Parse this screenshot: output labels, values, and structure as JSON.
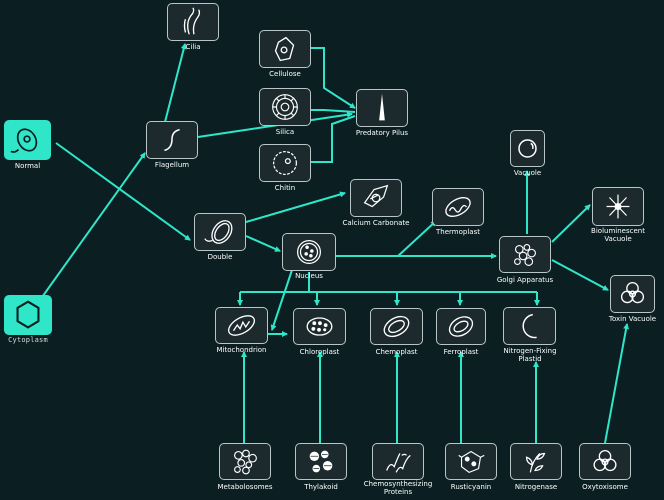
{
  "theme": {
    "background": "#0b1f22",
    "line": "#2fe6c9",
    "node_fill": "#1d2a2d",
    "node_border": "#b9c6c8",
    "unlocked": "#2fe6c9",
    "text": "#ffffff"
  },
  "nodes": {
    "normal": {
      "label": "Normal",
      "icon": "cell-icon"
    },
    "cytoplasm": {
      "label": "Cytoplasm",
      "icon": "hexagon-icon"
    },
    "cilia": {
      "label": "Cilia",
      "icon": "cilia-icon"
    },
    "flagellum": {
      "label": "Flagellum",
      "icon": "flagellum-icon"
    },
    "cellulose": {
      "label": "Cellulose",
      "icon": "cellulose-icon"
    },
    "silica": {
      "label": "Silica",
      "icon": "silica-icon"
    },
    "chitin": {
      "label": "Chitin",
      "icon": "chitin-icon"
    },
    "predatory_pilus": {
      "label": "Predatory Pilus",
      "icon": "pilus-icon"
    },
    "double": {
      "label": "Double",
      "icon": "double-membrane-icon"
    },
    "calcium_carbonate": {
      "label": "Calcium Carbonate",
      "icon": "calcium-carbonate-icon"
    },
    "thermoplast": {
      "label": "Thermoplast",
      "icon": "thermoplast-icon"
    },
    "nucleus": {
      "label": "Nucleus",
      "icon": "nucleus-icon"
    },
    "vacuole": {
      "label": "Vacuole",
      "icon": "vacuole-icon"
    },
    "golgi": {
      "label": "Golgi Apparatus",
      "icon": "golgi-icon"
    },
    "bio_vacuole": {
      "label": "Bioluminescent Vacuole",
      "icon": "bioluminescent-icon"
    },
    "toxin_vacuole": {
      "label": "Toxin Vacuole",
      "icon": "biohazard-icon"
    },
    "mitochondrion": {
      "label": "Mitochondrion",
      "icon": "mitochondrion-icon"
    },
    "chloroplast": {
      "label": "Chloroplast",
      "icon": "chloroplast-icon"
    },
    "chemoplast": {
      "label": "Chemoplast",
      "icon": "chemoplast-icon"
    },
    "ferroplast": {
      "label": "Ferroplast",
      "icon": "ferroplast-icon"
    },
    "nitro_plastid": {
      "label": "Nitrogen-Fixing Plastid",
      "icon": "moon-icon"
    },
    "metabolosomes": {
      "label": "Metabolosomes",
      "icon": "metabolosomes-icon"
    },
    "thylakoid": {
      "label": "Thylakoid",
      "icon": "thylakoid-icon"
    },
    "chemo_proteins": {
      "label": "Chemosynthesizing Proteins",
      "icon": "chemo-proteins-icon"
    },
    "rusticyanin": {
      "label": "Rusticyanin",
      "icon": "rusticyanin-icon"
    },
    "nitrogenase": {
      "label": "Nitrogenase",
      "icon": "nitrogenase-icon"
    },
    "oxytoxisome": {
      "label": "Oxytoxisome",
      "icon": "biohazard-icon"
    }
  }
}
